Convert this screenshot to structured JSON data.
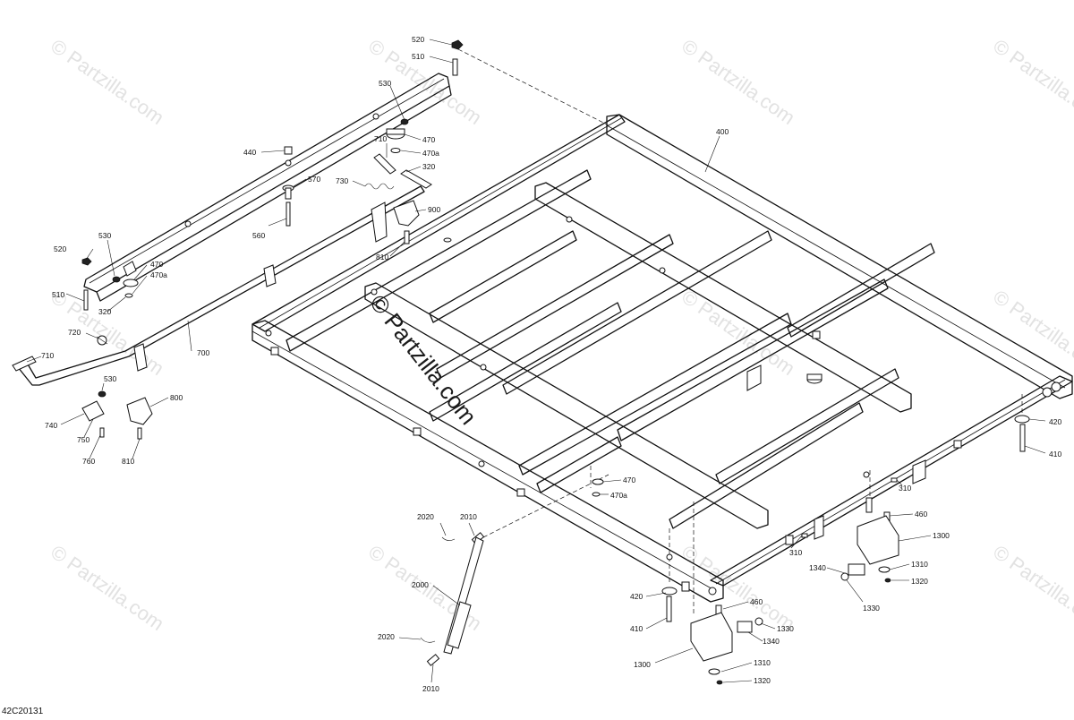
{
  "watermark": {
    "text": "© Partzilla.com",
    "center_text": "© Partzilla.com"
  },
  "diagram_code": "42C20131",
  "callouts": [
    {
      "id": "c520a",
      "text": "520"
    },
    {
      "id": "c510a",
      "text": "510"
    },
    {
      "id": "c530a",
      "text": "530"
    },
    {
      "id": "c470a1",
      "text": "470"
    },
    {
      "id": "c470aa1",
      "text": "470a"
    },
    {
      "id": "c710a",
      "text": "710"
    },
    {
      "id": "c320a",
      "text": "320"
    },
    {
      "id": "c440",
      "text": "440"
    },
    {
      "id": "c570",
      "text": "570"
    },
    {
      "id": "c730",
      "text": "730"
    },
    {
      "id": "c900",
      "text": "900"
    },
    {
      "id": "c560",
      "text": "560"
    },
    {
      "id": "c810a",
      "text": "810"
    },
    {
      "id": "c400",
      "text": "400"
    },
    {
      "id": "c520b",
      "text": "520"
    },
    {
      "id": "c530b",
      "text": "530"
    },
    {
      "id": "c470b",
      "text": "470"
    },
    {
      "id": "c470ab",
      "text": "470a"
    },
    {
      "id": "c510b",
      "text": "510"
    },
    {
      "id": "c320b",
      "text": "320"
    },
    {
      "id": "c720",
      "text": "720"
    },
    {
      "id": "c700",
      "text": "700"
    },
    {
      "id": "c710b",
      "text": "710"
    },
    {
      "id": "c530c",
      "text": "530"
    },
    {
      "id": "c800",
      "text": "800"
    },
    {
      "id": "c740",
      "text": "740"
    },
    {
      "id": "c750",
      "text": "750"
    },
    {
      "id": "c760",
      "text": "760"
    },
    {
      "id": "c810b",
      "text": "810"
    },
    {
      "id": "c420a",
      "text": "420"
    },
    {
      "id": "c410a",
      "text": "410"
    },
    {
      "id": "c310a",
      "text": "310"
    },
    {
      "id": "c460a",
      "text": "460"
    },
    {
      "id": "c1300a",
      "text": "1300"
    },
    {
      "id": "c470c",
      "text": "470"
    },
    {
      "id": "c470ac",
      "text": "470a"
    },
    {
      "id": "c2020a",
      "text": "2020"
    },
    {
      "id": "c2010a",
      "text": "2010"
    },
    {
      "id": "c310b",
      "text": "310"
    },
    {
      "id": "c1340a",
      "text": "1340"
    },
    {
      "id": "c1310a",
      "text": "1310"
    },
    {
      "id": "c1320a",
      "text": "1320"
    },
    {
      "id": "c1330a",
      "text": "1330"
    },
    {
      "id": "c2000",
      "text": "2000"
    },
    {
      "id": "c420b",
      "text": "420"
    },
    {
      "id": "c460b",
      "text": "460"
    },
    {
      "id": "c410b",
      "text": "410"
    },
    {
      "id": "c1330b",
      "text": "1330"
    },
    {
      "id": "c1340b",
      "text": "1340"
    },
    {
      "id": "c1300b",
      "text": "1300"
    },
    {
      "id": "c2020b",
      "text": "2020"
    },
    {
      "id": "c1310b",
      "text": "1310"
    },
    {
      "id": "c1320b",
      "text": "1320"
    },
    {
      "id": "c2010b",
      "text": "2010"
    }
  ]
}
